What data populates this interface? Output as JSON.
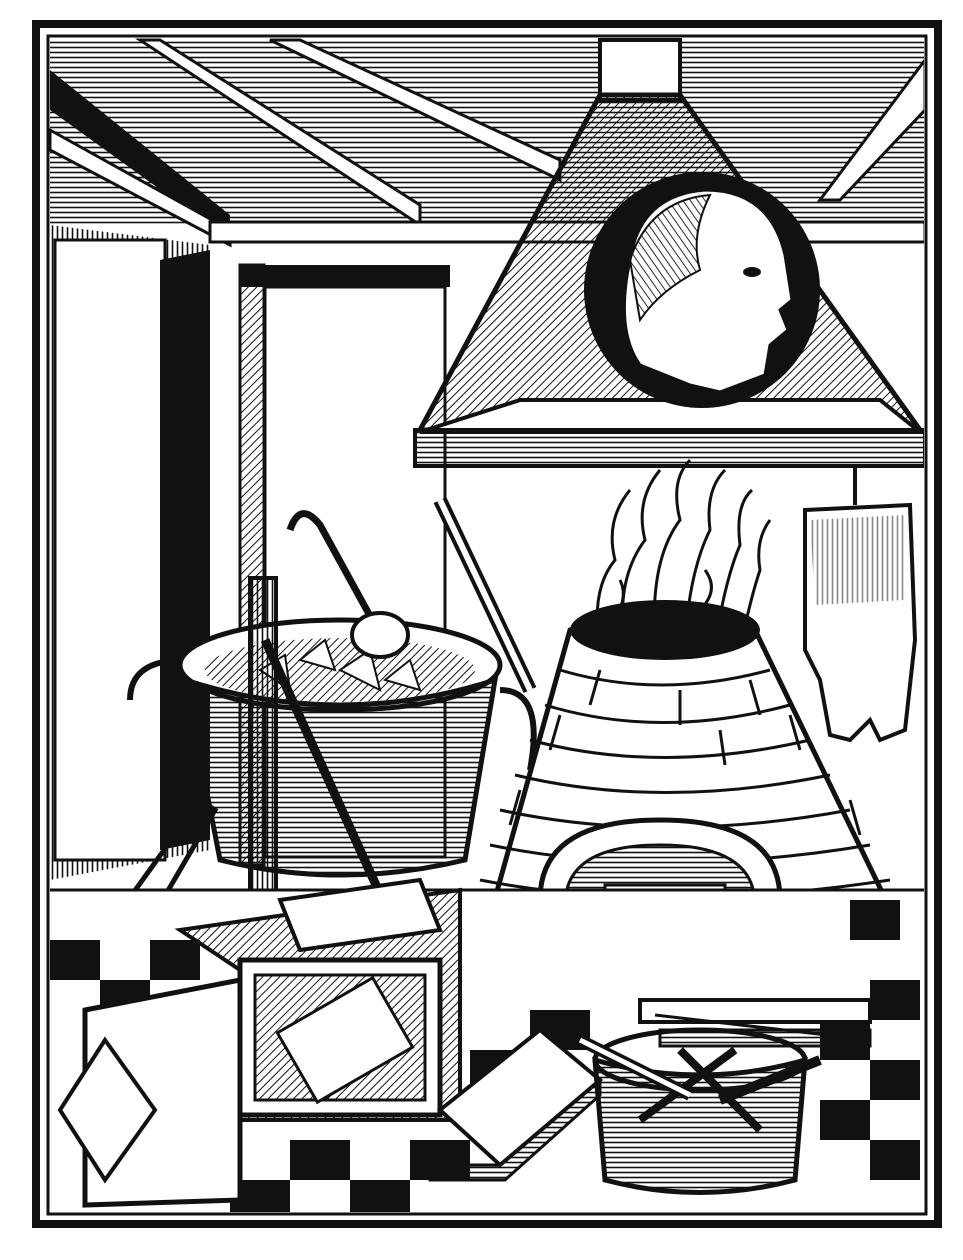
{
  "image": {
    "kind": "woodcut-illustration",
    "palette": {
      "ink": "#111111",
      "paper": "#ffffff"
    },
    "scene": [
      "ceiling-beams",
      "doorway",
      "chimney-hood",
      "portrait-medallion",
      "flames",
      "brick-furnace",
      "furnace-arch",
      "cauldron",
      "ladle",
      "stirring-rod",
      "tongs",
      "hanging-glove",
      "crucible-pot",
      "anvil-tools",
      "chests",
      "book-pile",
      "checkered-floor"
    ]
  }
}
